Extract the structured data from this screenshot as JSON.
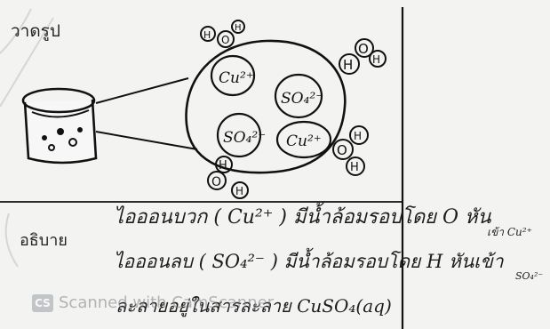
{
  "heading": "วาดรูป",
  "explain_label": "อธิบาย",
  "drawing": {
    "ions": [
      "Cu²⁺",
      "SO₄²⁻",
      "SO₄²⁻",
      "Cu²⁺"
    ],
    "water_atoms": [
      "H",
      "O",
      "H"
    ]
  },
  "handwriting": {
    "line1": "ไอออนบวก ( Cu²⁺ ) มีน้ำล้อมรอบโดย O หัน",
    "note1": "เข้า Cu²⁺",
    "line2": "ไอออนลบ ( SO₄²⁻ ) มีน้ำล้อมรอบโดย H หันเข้า",
    "note2": "SO₄²⁻",
    "line3": "ละลายอยู่ในสารละลาย CuSO₄(aq)"
  },
  "watermark": {
    "logo": "CS",
    "text": "Scanned with CamScanner"
  }
}
